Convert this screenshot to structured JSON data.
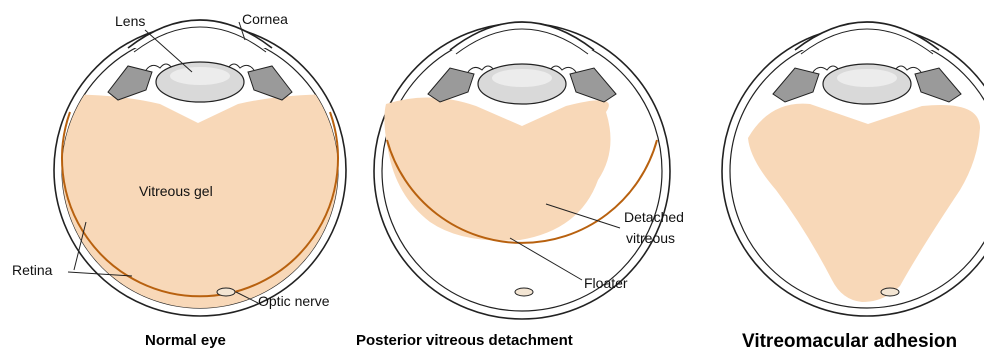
{
  "panels": [
    {
      "caption": "Normal eye",
      "labels": {
        "lens": "Lens",
        "cornea": "Cornea",
        "vitreous_gel": "Vitreous gel",
        "retina": "Retina",
        "optic_nerve": "Optic nerve"
      }
    },
    {
      "caption": "Posterior vitreous detachment",
      "labels": {
        "detached_vitreous_line1": "Detached",
        "detached_vitreous_line2": "vitreous",
        "floater": "Floater"
      }
    },
    {
      "caption": "Vitreomacular adhesion",
      "labels": {}
    }
  ],
  "colors": {
    "vitreous_fill": "#f8d8b8",
    "retina_line": "#b8610f",
    "sclera_outline": "#222222",
    "lens_fill": "#d9d9d9",
    "ciliary_fill": "#9a9a9a"
  }
}
